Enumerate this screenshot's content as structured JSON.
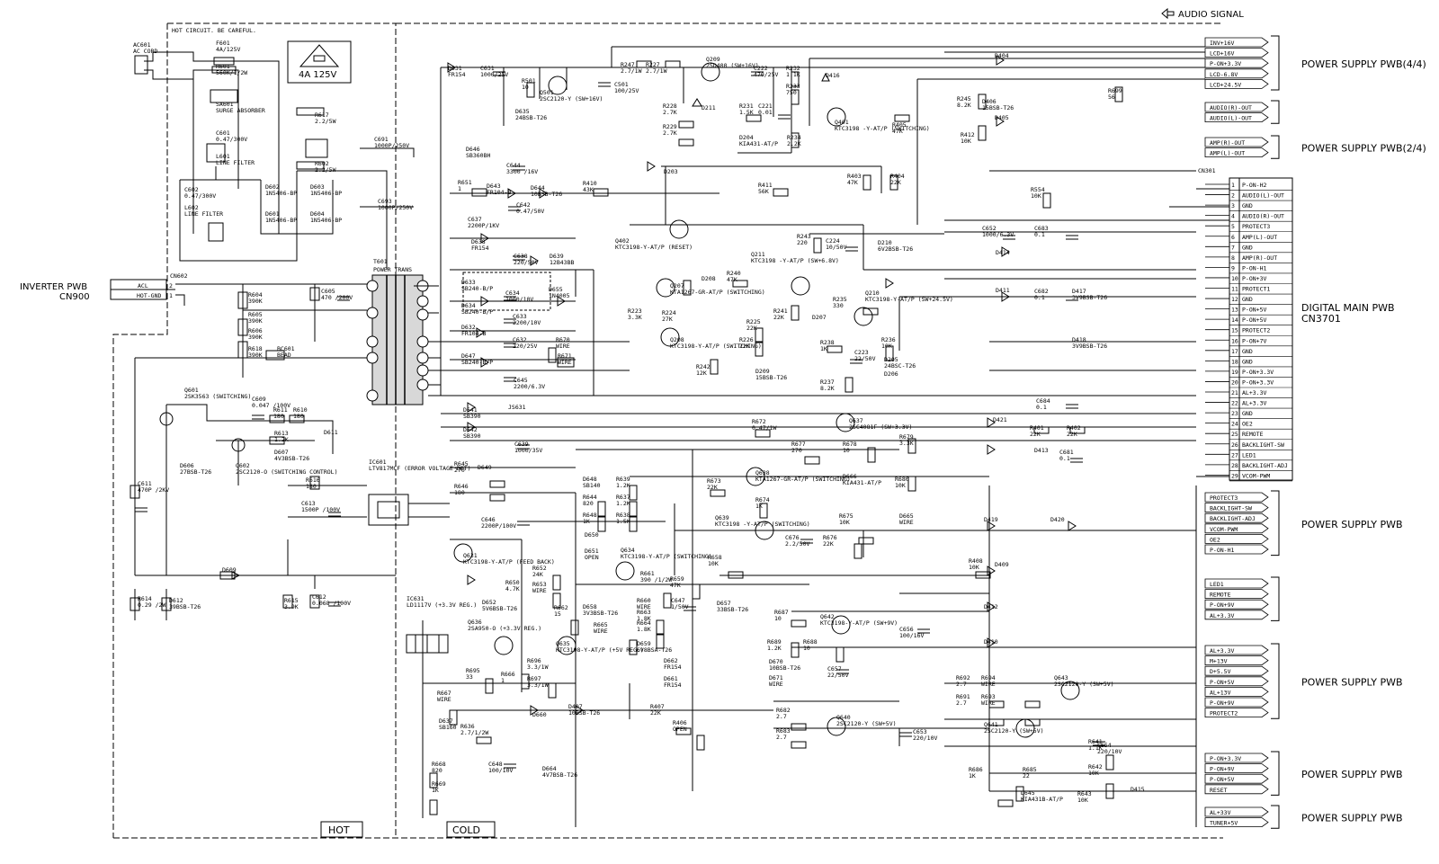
{
  "header": {
    "audio_signal": "AUDIO SIGNAL",
    "hot_warning": "HOT CIRCUIT. BE CAREFUL.",
    "fuse_rating": "4A 125V"
  },
  "zones": {
    "hot": "HOT",
    "cold": "COLD"
  },
  "left_connector": {
    "title": "INVERTER PWB",
    "sub": "CN900",
    "ref": "CN602",
    "pins": [
      {
        "no": "2",
        "name": "ACL"
      },
      {
        "no": "1",
        "name": "HOT-GND"
      }
    ]
  },
  "transformer": {
    "ref": "T601",
    "name": "POWER TRANS"
  },
  "components": [
    {
      "ref": "AC601",
      "value": "AC CORD"
    },
    {
      "ref": "F601",
      "value": "4A/125V"
    },
    {
      "ref": "R601",
      "value": "560K/1/2W"
    },
    {
      "ref": "SA601",
      "value": "SURGE ABSORBER"
    },
    {
      "ref": "C601",
      "value": "0.47/300V"
    },
    {
      "ref": "L601",
      "value": "LINE FILTER"
    },
    {
      "ref": "C602",
      "value": "0.47/300V"
    },
    {
      "ref": "L602",
      "value": "LINE FILTER"
    },
    {
      "ref": "R617",
      "value": "2.2/5W"
    },
    {
      "ref": "R602",
      "value": "2.2/5W"
    },
    {
      "ref": "D602",
      "value": "1N5406-BP"
    },
    {
      "ref": "D603",
      "value": "1N5406-BP"
    },
    {
      "ref": "D601",
      "value": "1N5406-BP"
    },
    {
      "ref": "D604",
      "value": "1N5406-BP"
    },
    {
      "ref": "C691",
      "value": "1000P/250V"
    },
    {
      "ref": "C693",
      "value": "1000P/250V"
    },
    {
      "ref": "R604",
      "value": "390K"
    },
    {
      "ref": "R605",
      "value": "390K"
    },
    {
      "ref": "R606",
      "value": "390K"
    },
    {
      "ref": "R618",
      "value": "390K"
    },
    {
      "ref": "BC601",
      "value": "BEAD"
    },
    {
      "ref": "C605",
      "value": "470 /200V"
    },
    {
      "ref": "Q601",
      "value": "2SK3563 (SWITCHING)"
    },
    {
      "ref": "C609",
      "value": "0.047 /100V"
    },
    {
      "ref": "R611",
      "value": "180"
    },
    {
      "ref": "R610",
      "value": "180"
    },
    {
      "ref": "R613",
      "value": "1.2K"
    },
    {
      "ref": "D607",
      "value": "4V3BSB-T26"
    },
    {
      "ref": "D611",
      "value": ""
    },
    {
      "ref": "Q602",
      "value": "2SC2120-O (SWITCHING CONTROL)"
    },
    {
      "ref": "D606",
      "value": "27BSB-T26"
    },
    {
      "ref": "C611",
      "value": "470P /2KV"
    },
    {
      "ref": "R616",
      "value": "180"
    },
    {
      "ref": "C613",
      "value": "1500P /100V"
    },
    {
      "ref": "D609",
      "value": ""
    },
    {
      "ref": "R614",
      "value": "0.29 /2W"
    },
    {
      "ref": "D612",
      "value": "39BSB-T26"
    },
    {
      "ref": "R615",
      "value": "3.9K"
    },
    {
      "ref": "C612",
      "value": "0.068 /100V"
    },
    {
      "ref": "IC601",
      "value": "LTV817MCF (ERROR VOLTAGE DET)"
    },
    {
      "ref": "D631",
      "value": "FR154"
    },
    {
      "ref": "C631",
      "value": "1000/25V"
    },
    {
      "ref": "R501",
      "value": "10"
    },
    {
      "ref": "Q501",
      "value": "2SC2120-Y (SW+16V)"
    },
    {
      "ref": "C501",
      "value": "100/25V"
    },
    {
      "ref": "D635",
      "value": "24BSB-T26"
    },
    {
      "ref": "R247",
      "value": "2.7/1W"
    },
    {
      "ref": "R227",
      "value": "2.7/1W"
    },
    {
      "ref": "Q209",
      "value": "2SD400 (SW+16V)"
    },
    {
      "ref": "C222",
      "value": "470/25V"
    },
    {
      "ref": "R232",
      "value": "1.1K"
    },
    {
      "ref": "R233",
      "value": "750"
    },
    {
      "ref": "R228",
      "value": "2.7K"
    },
    {
      "ref": "R229",
      "value": "2.7K"
    },
    {
      "ref": "D211",
      "value": ""
    },
    {
      "ref": "R231",
      "value": "1.5K"
    },
    {
      "ref": "C221",
      "value": "0.01"
    },
    {
      "ref": "D204",
      "value": "KIA431-AT/P"
    },
    {
      "ref": "R234",
      "value": "2.2K"
    },
    {
      "ref": "D203",
      "value": ""
    },
    {
      "ref": "D416",
      "value": ""
    },
    {
      "ref": "Q401",
      "value": "KTC3198 -Y-AT/P (SWITCHING)"
    },
    {
      "ref": "R405",
      "value": "47K"
    },
    {
      "ref": "R403",
      "value": "47K"
    },
    {
      "ref": "R404",
      "value": "22K"
    },
    {
      "ref": "D404",
      "value": ""
    },
    {
      "ref": "R245",
      "value": "8.2K"
    },
    {
      "ref": "D406",
      "value": "15BSB-T26"
    },
    {
      "ref": "D405",
      "value": ""
    },
    {
      "ref": "R412",
      "value": "10K"
    },
    {
      "ref": "R699",
      "value": "56"
    },
    {
      "ref": "D646",
      "value": "SB360BH"
    },
    {
      "ref": "C644",
      "value": "3300 /16V"
    },
    {
      "ref": "R651",
      "value": "1"
    },
    {
      "ref": "D643",
      "value": "FR104-B"
    },
    {
      "ref": "D644",
      "value": "10BSB-T26"
    },
    {
      "ref": "C642",
      "value": "0.47/50V"
    },
    {
      "ref": "R410",
      "value": "43K"
    },
    {
      "ref": "R411",
      "value": "56K"
    },
    {
      "ref": "C637",
      "value": "2200P/1KV"
    },
    {
      "ref": "D638",
      "value": "FR154"
    },
    {
      "ref": "C638",
      "value": "220/50V"
    },
    {
      "ref": "D639",
      "value": "12B43BB"
    },
    {
      "ref": "Q402",
      "value": "KTC3198-Y-AT/P (RESET)"
    },
    {
      "ref": "R243",
      "value": "220"
    },
    {
      "ref": "C224",
      "value": "10/50V"
    },
    {
      "ref": "D210",
      "value": "6V2BSB-T26"
    },
    {
      "ref": "C652",
      "value": "1000/6.3V"
    },
    {
      "ref": "C683",
      "value": "0.1"
    },
    {
      "ref": "R554",
      "value": "10K"
    },
    {
      "ref": "D633",
      "value": "SB240-B/P"
    },
    {
      "ref": "D634",
      "value": "SB240-B/P"
    },
    {
      "ref": "C634",
      "value": "1000/10V"
    },
    {
      "ref": "D655",
      "value": "1N4005"
    },
    {
      "ref": "C633",
      "value": "2200/10V"
    },
    {
      "ref": "D632",
      "value": "FR104-B"
    },
    {
      "ref": "C632",
      "value": "220/25V"
    },
    {
      "ref": "R670",
      "value": "WIRE"
    },
    {
      "ref": "R671",
      "value": "WIRE"
    },
    {
      "ref": "D647",
      "value": "SB240-B/P"
    },
    {
      "ref": "C645",
      "value": "2200/6.3V"
    },
    {
      "ref": "Q207",
      "value": "KTA1267-GR-AT/P (SWITCHING)"
    },
    {
      "ref": "R223",
      "value": "3.3K"
    },
    {
      "ref": "R224",
      "value": "27K"
    },
    {
      "ref": "D208",
      "value": ""
    },
    {
      "ref": "R240",
      "value": "47K"
    },
    {
      "ref": "Q211",
      "value": "KTC3198 -Y-AT/P (SW+6.8V)"
    },
    {
      "ref": "R235",
      "value": "330"
    },
    {
      "ref": "Q210",
      "value": "KTC3198-Y-AT/P (SW+24.5V)"
    },
    {
      "ref": "Q208",
      "value": "KTC3198-Y-AT/P (SWITCHING)"
    },
    {
      "ref": "R225",
      "value": "22K"
    },
    {
      "ref": "R226",
      "value": "22K"
    },
    {
      "ref": "R241",
      "value": "22K"
    },
    {
      "ref": "D207",
      "value": ""
    },
    {
      "ref": "R238",
      "value": "1K"
    },
    {
      "ref": "C223",
      "value": "22/50V"
    },
    {
      "ref": "R236",
      "value": "10K"
    },
    {
      "ref": "D205",
      "value": "24BSC-T26"
    },
    {
      "ref": "D206",
      "value": ""
    },
    {
      "ref": "R237",
      "value": "8.2K"
    },
    {
      "ref": "R242",
      "value": "12K"
    },
    {
      "ref": "D209",
      "value": "15BSB-T26"
    },
    {
      "ref": "D414",
      "value": ""
    },
    {
      "ref": "D411",
      "value": ""
    },
    {
      "ref": "C682",
      "value": "0.1"
    },
    {
      "ref": "D417",
      "value": "3V9BSB-T26"
    },
    {
      "ref": "D418",
      "value": "3V9BSB-T26"
    },
    {
      "ref": "D641",
      "value": "SB390"
    },
    {
      "ref": "D642",
      "value": "SB390"
    },
    {
      "ref": "JS631",
      "value": ""
    },
    {
      "ref": "C639",
      "value": "1000/35V"
    },
    {
      "ref": "R672",
      "value": "0.47/1W"
    },
    {
      "ref": "Q637",
      "value": "2SC4081F (SW+3.3V)"
    },
    {
      "ref": "R679",
      "value": "3.3K"
    },
    {
      "ref": "R678",
      "value": "10"
    },
    {
      "ref": "D666",
      "value": "KIA431-AT/P"
    },
    {
      "ref": "R680",
      "value": "10K"
    },
    {
      "ref": "R677",
      "value": "270"
    },
    {
      "ref": "C684",
      "value": "0.1"
    },
    {
      "ref": "D421",
      "value": ""
    },
    {
      "ref": "R401",
      "value": "22K"
    },
    {
      "ref": "R402",
      "value": "22K"
    },
    {
      "ref": "D413",
      "value": ""
    },
    {
      "ref": "C681",
      "value": "0.1"
    },
    {
      "ref": "R645",
      "value": "270"
    },
    {
      "ref": "D649",
      "value": ""
    },
    {
      "ref": "R646",
      "value": "180"
    },
    {
      "ref": "D648",
      "value": "SB140"
    },
    {
      "ref": "R644",
      "value": "820"
    },
    {
      "ref": "R648",
      "value": "1K"
    },
    {
      "ref": "R639",
      "value": "1.2K"
    },
    {
      "ref": "R637",
      "value": "1.2K"
    },
    {
      "ref": "R638",
      "value": "1.5K"
    },
    {
      "ref": "R673",
      "value": "22K"
    },
    {
      "ref": "Q638",
      "value": "KTA1267-GR-AT/P (SWITCHING)"
    },
    {
      "ref": "R674",
      "value": "1K"
    },
    {
      "ref": "Q639",
      "value": "KTC3198 -Y-AT/P (SWITCHING)"
    },
    {
      "ref": "C676",
      "value": "2.2/50V"
    },
    {
      "ref": "R675",
      "value": "10K"
    },
    {
      "ref": "R676",
      "value": "22K"
    },
    {
      "ref": "D665",
      "value": "WIRE"
    },
    {
      "ref": "D419",
      "value": ""
    },
    {
      "ref": "D420",
      "value": ""
    },
    {
      "ref": "C646",
      "value": "2200P/100V"
    },
    {
      "ref": "D650",
      "value": ""
    },
    {
      "ref": "D651",
      "value": "OPEN"
    },
    {
      "ref": "Q634",
      "value": "KTC3198-Y-AT/P (SWITCHING)"
    },
    {
      "ref": "Q631",
      "value": "KTC3198-Y-AT/P (FEED BACK)"
    },
    {
      "ref": "R652",
      "value": "24K"
    },
    {
      "ref": "R650",
      "value": "4.7K"
    },
    {
      "ref": "R653",
      "value": "WIRE"
    },
    {
      "ref": "R658",
      "value": "10K"
    },
    {
      "ref": "R408",
      "value": "10K"
    },
    {
      "ref": "D409",
      "value": ""
    },
    {
      "ref": "R661",
      "value": "390 /1/2W"
    },
    {
      "ref": "R659",
      "value": "47K"
    },
    {
      "ref": "C647",
      "value": "1/50V"
    },
    {
      "ref": "D657",
      "value": "33BSB-T26"
    },
    {
      "ref": "D652",
      "value": "5V6BSB-T26"
    },
    {
      "ref": "R662",
      "value": "15"
    },
    {
      "ref": "D658",
      "value": "3V3BSB-T26"
    },
    {
      "ref": "R660",
      "value": "WIRE"
    },
    {
      "ref": "R663",
      "value": "1.8K"
    },
    {
      "ref": "R664",
      "value": "1.8K"
    },
    {
      "ref": "R665",
      "value": "WIRE"
    },
    {
      "ref": "D659",
      "value": "6V8BSA-T26"
    },
    {
      "ref": "R687",
      "value": "10"
    },
    {
      "ref": "Q642",
      "value": "KTC3198-Y-AT/P (SW+9V)"
    },
    {
      "ref": "C656",
      "value": "100/16V"
    },
    {
      "ref": "R689",
      "value": "1.2K"
    },
    {
      "ref": "R688",
      "value": "10"
    },
    {
      "ref": "D670",
      "value": "10BSB-T26"
    },
    {
      "ref": "C657",
      "value": "22/50V"
    },
    {
      "ref": "D671",
      "value": "WIRE"
    },
    {
      "ref": "D412",
      "value": ""
    },
    {
      "ref": "D410",
      "value": ""
    },
    {
      "ref": "IC631",
      "value": "LD1117V (+3.3V REG.)"
    },
    {
      "ref": "Q636",
      "value": "2SA950-O (+3.3V REG.)"
    },
    {
      "ref": "Q635",
      "value": "KTC3198-Y-AT/P (+5V REG.)"
    },
    {
      "ref": "R696",
      "value": "3.3/1W"
    },
    {
      "ref": "R697",
      "value": "3.3/1W"
    },
    {
      "ref": "R695",
      "value": "33"
    },
    {
      "ref": "R666",
      "value": "1"
    },
    {
      "ref": "D662",
      "value": "FR154"
    },
    {
      "ref": "D661",
      "value": "FR154"
    },
    {
      "ref": "R667",
      "value": "WIRE"
    },
    {
      "ref": "D637",
      "value": "SB160"
    },
    {
      "ref": "R636",
      "value": "2.7/1/2W"
    },
    {
      "ref": "D660",
      "value": ""
    },
    {
      "ref": "D407",
      "value": "10BSB-T26"
    },
    {
      "ref": "R407",
      "value": "22K"
    },
    {
      "ref": "R406",
      "value": "OPEN"
    },
    {
      "ref": "R682",
      "value": "2.7"
    },
    {
      "ref": "R683",
      "value": "2.7"
    },
    {
      "ref": "Q640",
      "value": "2SC2120-Y (SW+5V)"
    },
    {
      "ref": "C653",
      "value": "220/10V"
    },
    {
      "ref": "R692",
      "value": "2.7"
    },
    {
      "ref": "R694",
      "value": "WIRE"
    },
    {
      "ref": "R691",
      "value": "2.7"
    },
    {
      "ref": "R693",
      "value": "WIRE"
    },
    {
      "ref": "Q643",
      "value": "2SC2120-Y (SW+5V)"
    },
    {
      "ref": "Q641",
      "value": "2SC2120-Y (SW+5V)"
    },
    {
      "ref": "R641",
      "value": "1.1K"
    },
    {
      "ref": "C654",
      "value": "220/10V"
    },
    {
      "ref": "R642",
      "value": "10K"
    },
    {
      "ref": "R643",
      "value": "10K"
    },
    {
      "ref": "R686",
      "value": "1K"
    },
    {
      "ref": "R685",
      "value": "22"
    },
    {
      "ref": "D645",
      "value": "KIA431B-AT/P"
    },
    {
      "ref": "D415",
      "value": ""
    },
    {
      "ref": "R668",
      "value": "820"
    },
    {
      "ref": "R669",
      "value": "1K"
    },
    {
      "ref": "C648",
      "value": "100/10V"
    },
    {
      "ref": "D664",
      "value": "4V7BSB-T26"
    }
  ],
  "right_connector": {
    "ref": "CN301",
    "dest_title": "DIGITAL MAIN PWB",
    "dest_sub": "CN3701",
    "pins": [
      {
        "no": "1",
        "name": "P-ON-H2"
      },
      {
        "no": "2",
        "name": "AUDIO(L)-OUT"
      },
      {
        "no": "3",
        "name": "GND"
      },
      {
        "no": "4",
        "name": "AUDIO(R)-OUT"
      },
      {
        "no": "5",
        "name": "PROTECT3"
      },
      {
        "no": "6",
        "name": "AMP(L)-OUT"
      },
      {
        "no": "7",
        "name": "GND"
      },
      {
        "no": "8",
        "name": "AMP(R)-OUT"
      },
      {
        "no": "9",
        "name": "P-ON-H1"
      },
      {
        "no": "10",
        "name": "P-ON+3V"
      },
      {
        "no": "11",
        "name": "PROTECT1"
      },
      {
        "no": "12",
        "name": "GND"
      },
      {
        "no": "13",
        "name": "P-ON+5V"
      },
      {
        "no": "14",
        "name": "P-ON+5V"
      },
      {
        "no": "15",
        "name": "PROTECT2"
      },
      {
        "no": "16",
        "name": "P-ON+7V"
      },
      {
        "no": "17",
        "name": "GND"
      },
      {
        "no": "18",
        "name": "GND"
      },
      {
        "no": "19",
        "name": "P-ON+3.3V"
      },
      {
        "no": "20",
        "name": "P-ON+3.3V"
      },
      {
        "no": "21",
        "name": "AL+3.3V"
      },
      {
        "no": "22",
        "name": "AL+3.3V"
      },
      {
        "no": "23",
        "name": "GND"
      },
      {
        "no": "24",
        "name": "OE2"
      },
      {
        "no": "25",
        "name": "REMOTE"
      },
      {
        "no": "26",
        "name": "BACKLIGHT-SW"
      },
      {
        "no": "27",
        "name": "LED1"
      },
      {
        "no": "28",
        "name": "BACKLIGHT-ADJ"
      },
      {
        "no": "29",
        "name": "VCOM-PWM"
      }
    ]
  },
  "output_groups": [
    {
      "title": "POWER SUPPLY PWB(4/4)",
      "signals": [
        "INV+16V",
        "LCD+16V",
        "P-ON+3.3V",
        "LCD-6.8V",
        "LCD+24.5V"
      ]
    },
    {
      "title": "",
      "signals": [
        "AUDIO(R)-OUT",
        "AUDIO(L)-OUT"
      ]
    },
    {
      "title": "POWER SUPPLY PWB(2/4)",
      "signals": [
        "AMP(R)-OUT",
        "AMP(L)-OUT"
      ]
    },
    {
      "title": "POWER SUPPLY PWB",
      "signals": [
        "PROTECT3",
        "BACKLIGHT-SW",
        "BACKLIGHT-ADJ",
        "VCOM-PWM",
        "OE2",
        "P-ON-H1"
      ]
    },
    {
      "title": "",
      "signals": [
        "LED1",
        "REMOTE",
        "P-ON+9V",
        "AL+3.3V"
      ]
    },
    {
      "title": "POWER SUPPLY PWB",
      "signals": [
        "AL+3.3V",
        "M+13V",
        "D+5.5V",
        "P-ON+5V",
        "AL+13V",
        "P-ON+9V",
        "PROTECT2"
      ]
    },
    {
      "title": "POWER SUPPLY PWB",
      "signals": [
        "P-ON+3.3V",
        "P-ON+9V",
        "P-ON+5V",
        "RESET"
      ]
    },
    {
      "title": "POWER SUPPLY PWB",
      "signals": [
        "AL+33V",
        "TUNER+5V"
      ]
    }
  ]
}
